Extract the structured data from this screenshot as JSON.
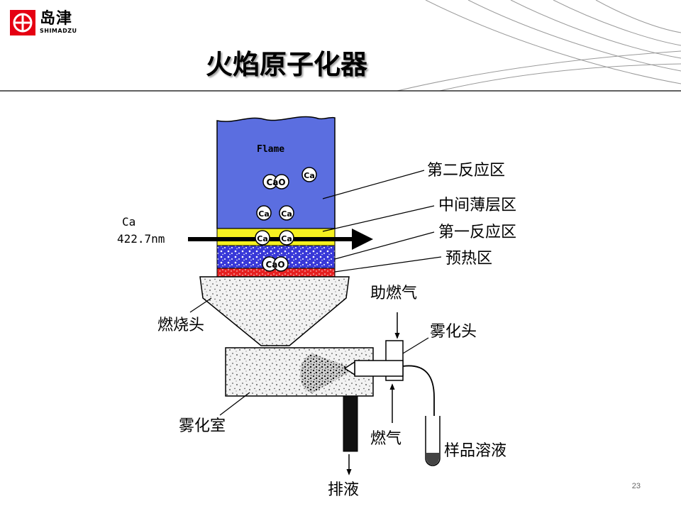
{
  "header": {
    "brand_cn": "岛津",
    "brand_en": "SHIMADZU",
    "title": "火焰原子化器"
  },
  "diagram": {
    "flame_label": "Flame",
    "light_source": {
      "element": "Ca",
      "wavelength": "422.7nm"
    },
    "molecules": [
      "CaO",
      "Ca",
      "Ca",
      "Ca",
      "Ca",
      "Ca",
      "CaO"
    ],
    "zones": [
      "第二反应区",
      "中间薄层区",
      "第一反应区",
      "预热区"
    ],
    "parts": {
      "burner_head": "燃烧头",
      "oxidant_gas": "助燃气",
      "nebulizer": "雾化头",
      "spray_chamber": "雾化室",
      "fuel_gas": "燃气",
      "sample_solution": "样品溶液",
      "drain": "排液"
    },
    "colors": {
      "flame": "#5b6ee0",
      "thin_layer": "#f5f020",
      "first_zone": "#3838d8",
      "preheat": "#e62020"
    }
  },
  "footer": {
    "page_number": "23"
  }
}
